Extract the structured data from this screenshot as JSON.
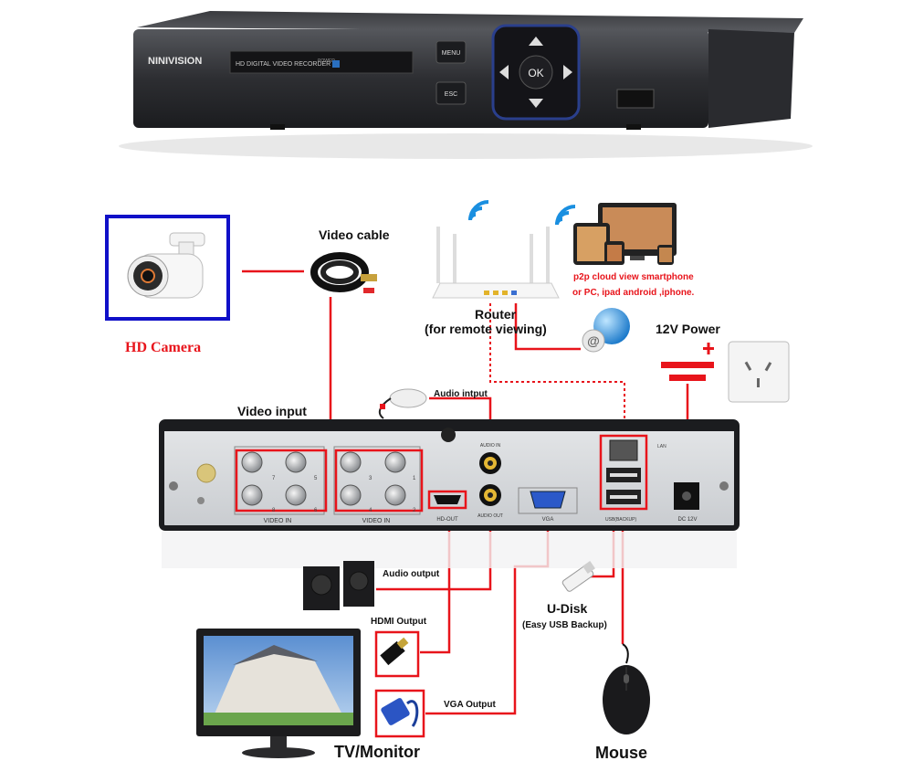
{
  "dvr_front": {
    "brand": "NINIVISION",
    "panel_text": "HD DIGITAL VIDEO RECORDER",
    "power_label": "POWER",
    "menu_label": "MENU",
    "esc_label": "ESC",
    "ok_label": "OK"
  },
  "labels": {
    "hd_camera": "HD Camera",
    "video_cable": "Video cable",
    "router_title": "Router",
    "router_sub": "(for remote viewing)",
    "p2p_line1": "p2p cloud  view smartphone",
    "p2p_line2": "or PC, ipad android ,iphone.",
    "power_12v": "12V Power",
    "video_input": "Video input",
    "audio_input": "Audio intput",
    "audio_output": "Audio output",
    "hdmi_output": "HDMI Output",
    "vga_output": "VGA Output",
    "udisk_title": "U-Disk",
    "udisk_sub": "(Easy USB Backup)",
    "tv_monitor": "TV/Monitor",
    "mouse": "Mouse"
  },
  "dvr_back": {
    "video_in_1": "VIDEO IN",
    "video_in_2": "VIDEO IN",
    "audio_in": "AUDIO IN",
    "audio_out": "AUDIO OUT",
    "hd_out": "HD-OUT",
    "vga": "VGA",
    "lan": "LAN",
    "usb_label": "USB(BACKUP)",
    "dc": "DC 12V",
    "ch_nums": [
      "7",
      "5",
      "3",
      "1",
      "8",
      "6",
      "4",
      "2"
    ]
  },
  "colors": {
    "wire": "#e8141b",
    "camera_frame": "#1010c8",
    "accent_red": "#e8141b",
    "wifi_blue": "#1a8fe0"
  }
}
